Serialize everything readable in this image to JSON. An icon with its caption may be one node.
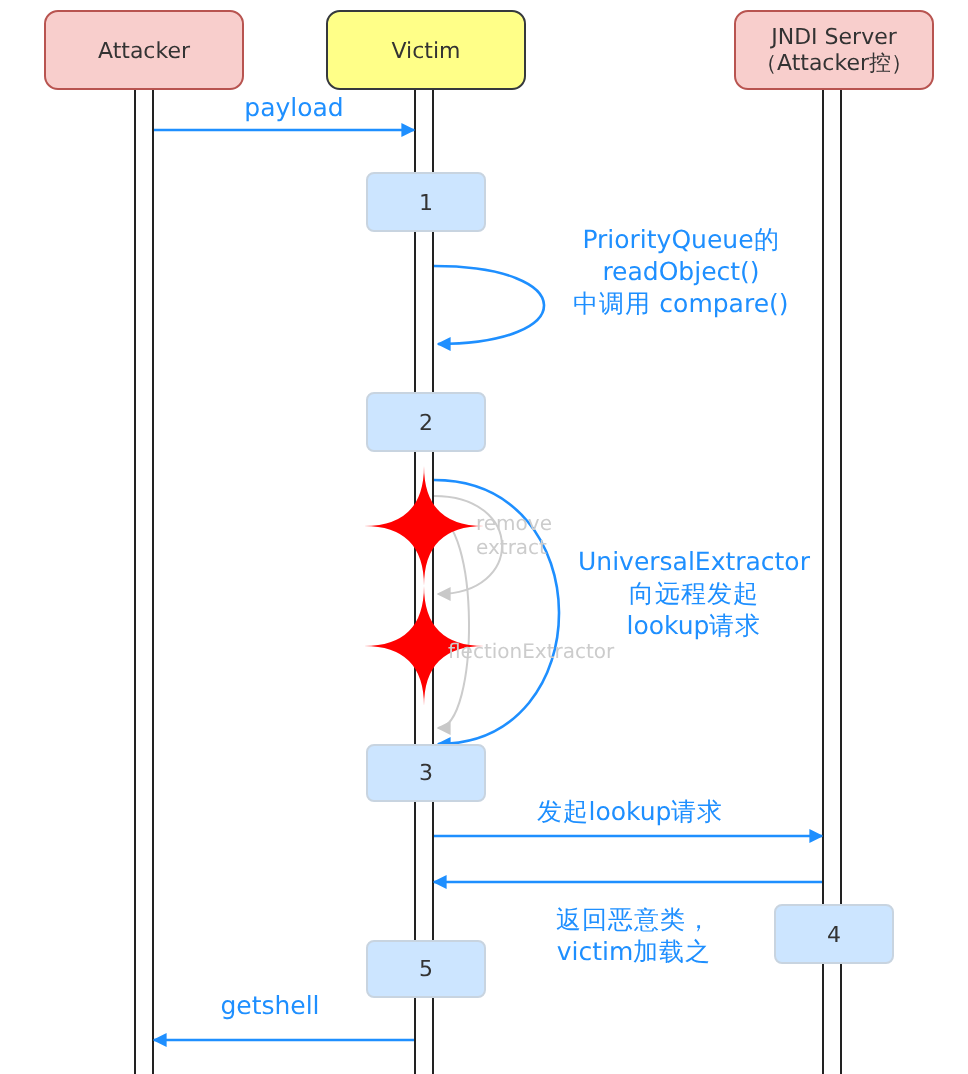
{
  "diagram": {
    "nodes": [
      {
        "text": [
          "Attacker"
        ]
      },
      {
        "text": [
          "Victim"
        ]
      },
      {
        "text": [
          "JNDI Server（Attacker控）"
        ]
      },
      {
        "text": [],
        "shape": "bar"
      },
      {
        "text": [],
        "shape": "bar"
      },
      {
        "text": [],
        "shape": "bar"
      },
      {
        "text": [
          "1"
        ]
      },
      {
        "text": [
          "2"
        ]
      },
      {
        "text": [
          "3"
        ]
      },
      {
        "text": [
          "4"
        ]
      },
      {
        "text": [
          "5"
        ]
      }
    ],
    "edges": [
      {
        "from": 3,
        "to": 4,
        "arrow": "to",
        "label": "payload"
      },
      {
        "from": 4,
        "to": 4,
        "arrow": "to",
        "label": "PriorityQueue的 readObject() 中调用 compare()"
      },
      {
        "from": 4,
        "to": 4,
        "arrow": "to",
        "label": "UniversalExtractor 向远程发起 lookup请求"
      },
      {
        "from": 4,
        "to": 5,
        "arrow": "to",
        "label": "发起lookup请求"
      },
      {
        "from": 5,
        "to": 4,
        "arrow": "to",
        "label": "返回恶意类， victim加载之"
      },
      {
        "from": 4,
        "to": 3,
        "arrow": "to",
        "label": "getshell"
      },
      {
        "from": 4,
        "to": 4,
        "arrow": "to",
        "label": "remove extract",
        "color": "#cccccc"
      },
      {
        "from": 4,
        "to": 4,
        "arrow": "to",
        "label": "flectionExtractor",
        "color": "#cccccc"
      }
    ]
  }
}
